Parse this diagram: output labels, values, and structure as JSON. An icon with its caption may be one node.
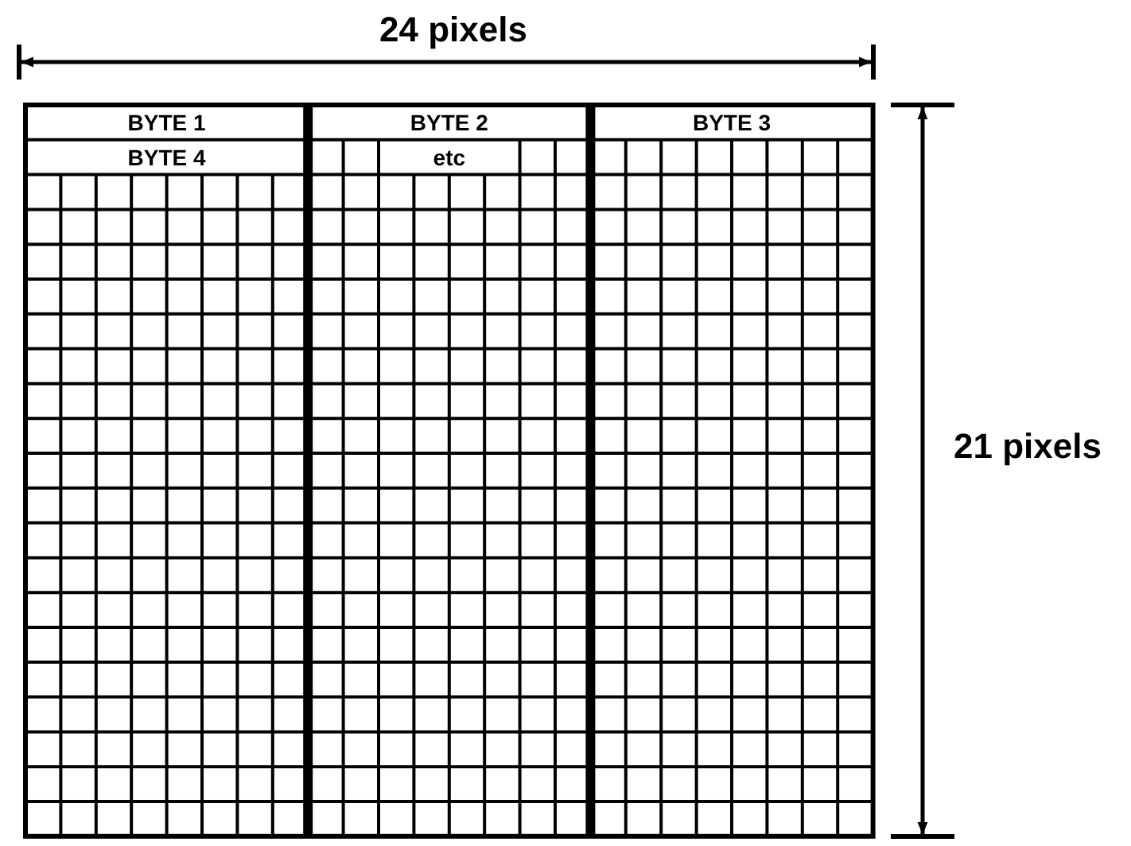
{
  "diagram": {
    "labels": [
      "24 pixels",
      "BYTE 1",
      "BYTE 2",
      "BYTE 3",
      "BYTE 4",
      "etc",
      "21 pixels"
    ]
  }
}
